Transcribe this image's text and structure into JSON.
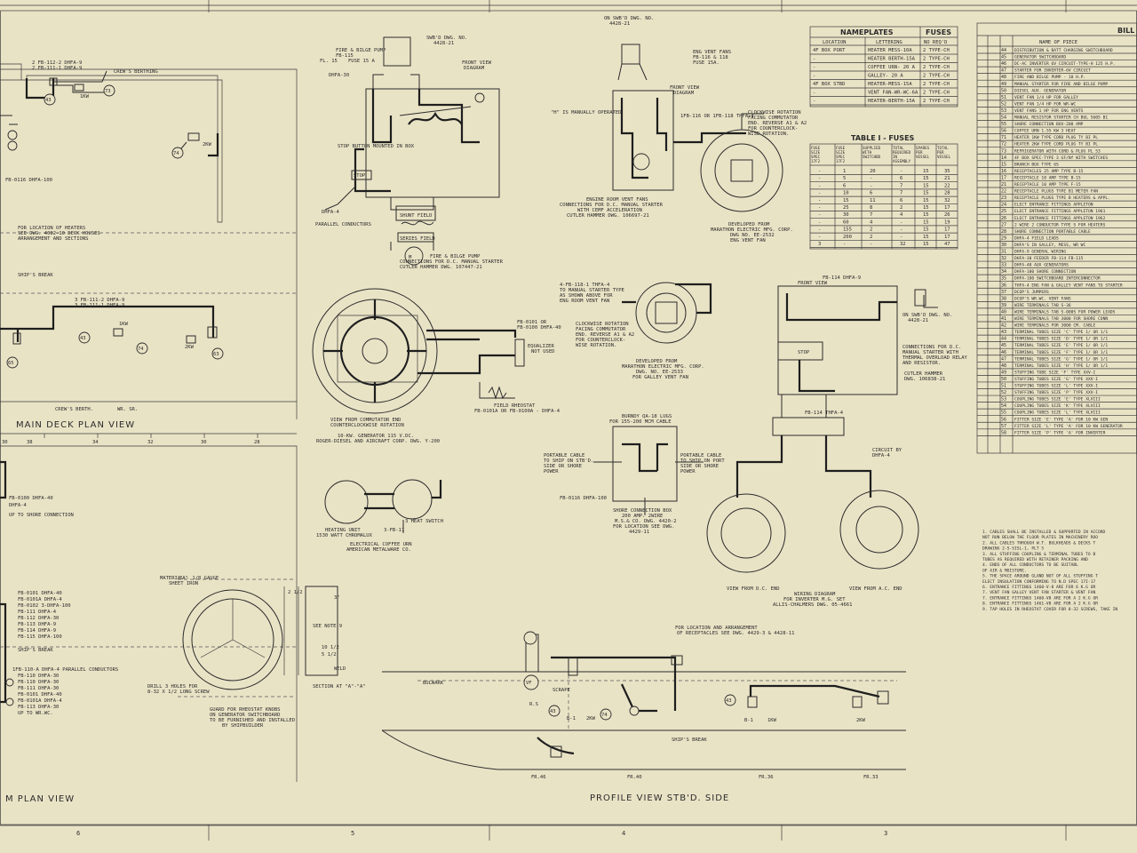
{
  "views": {
    "main_deck": "MAIN DECK PLAN VIEW",
    "bottom": "M PLAN VIEW",
    "profile": "PROFILE VIEW STB'D. SIDE"
  },
  "left": {
    "efb1": "2 FB-112-2 DHFA-9",
    "efb2": "2 FB-111-1 DHFA-9",
    "crews_berthing": "CREW'S BERTHING",
    "fb0116": "FB-0116 DHFA-100",
    "heaters_note": [
      "FOR LOCATION OF HEATERS",
      "SEE DWG. 4002-10 DECK HOUSES",
      "ARRANGEMENT AND SECTIONS"
    ],
    "ships_break": "SHIP'S BREAK",
    "sfb1": "3 FB-111-2 DHFA-9",
    "sfb2": "3 FB-111-1 DHFA-9",
    "crews_berth": "CREW'S BERTH.",
    "wr_sr": "WR. SR.",
    "fb0100": "FB-0100 DHFA-40",
    "dhfa4": "DHFA-4",
    "shore_conn": "UP TO SHORE CONNECTION",
    "fb_list": [
      "FB-0101 DHFA-40",
      "FB-0101A DHFA-4",
      "FB-0102 3-DHFA-100",
      "FB-111 DHFA-4",
      "FB-112 DHFA-30",
      "FB-113 DHFA-9",
      "FB-114 DHFA-9",
      "FB-115 DHFA-100"
    ],
    "ships_break2": "SHIP'S BREAK",
    "parallel": "1FB-110-A DHFA-4 PARALLEL CONDUCTORS",
    "fb_list2": [
      "FB-110 DHFA-30",
      "FB-110 DHFA-30",
      "FB-111 DHFA-30"
    ],
    "fb_list3": [
      "FB-0101 DHFA-40",
      "FB-0101A DHFA-4",
      "FB-113 DHFA-30"
    ],
    "wr_wc": "UP TO WR.WC."
  },
  "bilge": {
    "title": [
      "FIRE & BILGE PUMP",
      "FB-115"
    ],
    "fl": "FL. 15",
    "fuse": "FUSE 15 A",
    "swbd": "SWB'D DWG. NO.",
    "swbd_no": "4428-21",
    "front": "FRONT VIEW",
    "diagram": "DIAGRAM",
    "dhfa30": "DHFA-30",
    "stop_btn": "STOP BUTTON MOUNTED IN BOX",
    "stop": "STOP",
    "dhfa4": "DHFA-4",
    "parallel": "PARALLEL CONDUCTORS",
    "shunt": "SHUNT FIELD",
    "series": "SERIES FIELD",
    "caption": [
      "FIRE & BILGE PUMP",
      "CONNECTIONS FOR D.C. MANUAL STARTER",
      "CUTLER HAMMER DWG. 107447-21"
    ]
  },
  "vent": {
    "swbd": "ON SWB'D DWG. NO.",
    "swbd_no": "4428-21",
    "eng_fans": "ENG VENT FANS",
    "fb": "FB-116 & 118",
    "fuse": "FUSE 15A.",
    "front": "FRONT VIEW",
    "diagram": "DIAGRAM",
    "manual": "\"H\" IS MANUALLY OPERATED",
    "thfa": "1FB-116 OR 1FB-118 THFA-4",
    "clockwise": [
      "CLOCKWISE ROTATION",
      "FACING COMMUTATOR",
      "END. REVERSE A1 & A2",
      "FOR COUNTERCLOCK-",
      "WISE ROTATION."
    ],
    "caption": [
      "ENGINE ROOM VENT FANS",
      "CONNECTIONS FOR D.C. MANUAL STARTER",
      "WITH CEMF ACCELERATION",
      "CUTLER HAMMER DWG. 106697-21"
    ],
    "developed": [
      "DEVELOPED FROM",
      "MARATHON ELECTRIC MFG. CORP.",
      "DWG NO. EE-2532",
      "ENG VENT FAN"
    ]
  },
  "nameplates": {
    "title": "NAMEPLATES",
    "fuses_title": "FUSES",
    "headers": [
      "LOCATION",
      "LETTERING",
      "NO REQ'D"
    ],
    "rows": [
      [
        "4F BOX PORT",
        "HEATER MESS-10A",
        "2 TYPE-CH"
      ],
      [
        "-",
        "HEATER BERTH-15A",
        "2 TYPE-CH"
      ],
      [
        "-",
        "COFFEE URN- 20 A",
        "2 TYPE-CH"
      ],
      [
        "-",
        "GALLEY- 20 A",
        "2 TYPE-CH"
      ],
      [
        "4F BOX STBD",
        "HEATER-MESS-15A",
        "2 TYPE-CH"
      ],
      [
        "-",
        "VENT FAN-WR-WC-6A",
        "2 TYPE-CH"
      ],
      [
        "-",
        "HEATER-BERTH-15A",
        "2 TYPE-CH"
      ]
    ]
  },
  "table1": {
    "title": "TABLE I - FUSES",
    "headers": [
      "FUSE SIZE SPEC 17F2 CARTRIDGE TYPE-H",
      "FUSE SIZE SPEC 17F2 CARTRIDGE TYPE-CH",
      "SUPPLIED WITH SWITCHBD",
      "TOTAL REQUIRED IN ASSEMBLY",
      "SPARES PER VESSEL",
      "TOTAL PER VESSEL"
    ],
    "rows": [
      [
        "-",
        "1",
        "20",
        "-",
        "15",
        "35"
      ],
      [
        "-",
        "5",
        "-",
        "6",
        "15",
        "21"
      ],
      [
        "-",
        "6",
        "-",
        "7",
        "15",
        "22"
      ],
      [
        "-",
        "10",
        "6",
        "7",
        "15",
        "28"
      ],
      [
        "-",
        "15",
        "11",
        "6",
        "15",
        "32"
      ],
      [
        "-",
        "25",
        "8",
        "2",
        "15",
        "17"
      ],
      [
        "-",
        "30",
        "7",
        "4",
        "15",
        "26"
      ],
      [
        "-",
        "60",
        "4",
        "-",
        "15",
        "19"
      ],
      [
        "-",
        "155",
        "2",
        "-",
        "15",
        "17"
      ],
      [
        "-",
        "200",
        "2",
        "-",
        "15",
        "17"
      ],
      [
        "3",
        "-",
        "-",
        "32",
        "15",
        "47"
      ]
    ]
  },
  "bill": {
    "title": "BILL",
    "name_header": "NAME OF PIECE",
    "rows": [
      [
        "44",
        "DISTRIBUTION & BATT CHARGING SWITCHBOARD"
      ],
      [
        "45",
        "GENERATOR SWITCHBOARD"
      ],
      [
        "46",
        "DC-AC INVERTER 6V CIRCUIT-TYPE-H 125 H.P."
      ],
      [
        "47",
        "STARTER FOR INVERTER-6V CIRCUIT"
      ],
      [
        "48",
        "FIRE AND BILGE PUMP - 10 H.P."
      ],
      [
        "49",
        "MANUAL STARTER FOR FIRE AND BILGE PUMP"
      ],
      [
        "50",
        "DIESEL AUX. GENERATOR"
      ],
      [
        "51",
        "VENT FAN 1/4 HP FOR GALLEY"
      ],
      [
        "52",
        "VENT FAN 1/4 HP FOR WR-WC"
      ],
      [
        "53",
        "VENT FANS 1 HP FOR ENG VENTS"
      ],
      [
        "54",
        "MANUAL RESISTOR STARTER CH BUL 5605 B1"
      ],
      [
        "55",
        "SHORE CONNECTION BOX-200 AMP"
      ],
      [
        "56",
        "COFFEE URN 1.55 KW 3 HEAT"
      ],
      [
        "71",
        "HEATER 1KW TYPE CORD PLUG TY BI PL"
      ],
      [
        "72",
        "HEATER 2KW TYPE CORD PLUG TY BI PL"
      ],
      [
        "73",
        "REFRIGERATOR WITH CORD & PLUG PL 53"
      ],
      [
        "14",
        "4F BOX SPEC-TYPE 3 GF/Nf WITH SWITCHES"
      ],
      [
        "15",
        "BRANCH BOX TYPE 6S"
      ],
      [
        "16",
        "RECEPTACLES 25 AMP TYPE B-15"
      ],
      [
        "17",
        "RECEPTACLE 10 AMP TYPE B-15"
      ],
      [
        "21",
        "RECEPTACLE 10 AMP TYPE F-15"
      ],
      [
        "22",
        "RECEPTACLE PLUGS TYPE B1 METER FAN"
      ],
      [
        "23",
        "RECEPTACLE PLUGS TYPE B HEATERS & APPL."
      ],
      [
        "24",
        "ELECT ENTRANCE FITTINGS APPLETON"
      ],
      [
        "25",
        "ELECT ENTRANCE FITTINGS APPLETON 1961"
      ],
      [
        "26",
        "ELECT ENTRANCE FITTINGS APPLETON 1962"
      ],
      [
        "27",
        "2 WIRE 2 CONDUCTOR TYPE S FOR HEATERS"
      ],
      [
        "28",
        "SHORE CONNECTION PORTABLE CABLE"
      ],
      [
        "29",
        "DHFA-4 FIELD LEADS"
      ],
      [
        "30",
        "DHFA'S IN GALLEY, MESS, WR WC"
      ],
      [
        "31",
        "DHFA-9 GENERAL WIRING"
      ],
      [
        "32",
        "DHFA-30 FEEDER FB-114 FB-115"
      ],
      [
        "33",
        "DHFA-40 AUX GENERATORS"
      ],
      [
        "34",
        "DHFA-100 SHORE CONNECTION"
      ],
      [
        "35",
        "DHFA-100 SWITCHBOARD INTERCONNECTOR"
      ],
      [
        "36",
        "THFA-4 ENG FAN & GALLEY VENT FANS TO STARTER"
      ],
      [
        "37",
        "DCOP'S JUMPERS"
      ],
      [
        "38",
        "DCOP'S WR.WC. VENT FANS"
      ],
      [
        "39",
        "WIRE TERMINALS TAB S-36"
      ],
      [
        "40",
        "WIRE TERMINALS TAB S-000S FOR POWER LEADS"
      ],
      [
        "41",
        "WIRE TERMINALS TAB 3000 FOR SHORE CONN"
      ],
      [
        "42",
        "WIRE TERMINALS FOR 3000 CM. CABLE"
      ],
      [
        "43",
        "TERMINAL TUBES SIZE 'C' TYPE 1/ OR 1/1"
      ],
      [
        "44",
        "TERMINAL TUBES SIZE 'D' TYPE 1/ OR 1/1"
      ],
      [
        "45",
        "TERMINAL TUBES SIZE 'E' TYPE 1/ OR 1/1"
      ],
      [
        "46",
        "TERMINAL TUBES SIZE 'F' TYPE 1/ OR 1/1"
      ],
      [
        "47",
        "TERMINAL TUBES SIZE 'G' TYPE 1/ OR 1/1"
      ],
      [
        "48",
        "TERMINAL TUBES SIZE 'H' TYPE 1/ OR 1/1"
      ],
      [
        "49",
        "STUFFING TUBE SIZE 'F' TYPE XXV-I"
      ],
      [
        "50",
        "STUFFING TUBES SIZE 'G' TYPE XXV-I"
      ],
      [
        "51",
        "STUFFING TUBES SIZE 'L' TYPE XXV-I"
      ],
      [
        "52",
        "STUFFING TUBES SIZE 'P' TYPE XXV-I"
      ],
      [
        "53",
        "COUPLING TUBES SIZE 'E' TYPE XLVIII"
      ],
      [
        "54",
        "COUPLING TUBES SIZE 'K' TYPE XLVIII"
      ],
      [
        "55",
        "COUPLING TUBES SIZE 'L' TYPE XLVIII"
      ],
      [
        "56",
        "FITTER SIZE 'E' TYPE 'A' FOR 10 KW GEN"
      ],
      [
        "57",
        "FITTER SIZE 'L' TYPE 'A' FOR 10 KW GENERATOR"
      ],
      [
        "58",
        "FITTER SIZE 'P' TYPE 'A' FOR INVERTER"
      ]
    ]
  },
  "notes": [
    "1. CABLES SHALL BE INSTALLED & SUPPORTED IN ACCORD",
    "   NOT RUN BELOW THE FLOOR PLATES IN MACHINERY ROO",
    "2. ALL CABLES THROUGH W.T. BULKHEADS & DECKS T",
    "   DRAWING 2-S-SISL-1, PLT 5",
    "3. ALL STUFFING COUPLING & TERMINAL TUBES TO B",
    "   TUBES AS REQUIRED WITH RETAINER PACKING AND",
    "4. ENDS OF ALL CONDUCTORS TO BE SUITABL",
    "   OF AIR & MOISTURE.",
    "5. THE SPACE AROUND GLAND NUT OF ALL STUFFING T",
    "   ELECT INSULATION CONFORMING TO N.D SPEC 17I-17",
    "6. ENTRANCE FITTINGS 1460-V-8 ARE FOR 6 K.G OR",
    "7. VENT FAN GALLEY VENT FAN STARTER & VENT FAN",
    "7. ENTRANCE FITTINGS 1460-V8 ARE FOR A 2 K.G OR",
    "8. ENTRANCE FITTINGS 1461-V8 ARE FOR A 2 K.G OR",
    "9. TAP HOLES IN RHEOSTAT COVER FOR 8-32 SCREWS, TAKE IN"
  ],
  "generator": {
    "fb0101": "FB-0101 OR",
    "fb0101b": "FB-0100 DHFA-40",
    "equalizer": "EQUALIZER",
    "not_used": "NOT USED",
    "field_rheostat": "FIELD RHEOSTAT",
    "fb_rheo": "FB-0101A OR FB-0100A - DHFA-4",
    "caption": [
      "VIEW FROM COMMUTATOR END",
      "COUNTERCLOCKWISE ROTATION"
    ],
    "caption2": [
      "10-KW. GENERATOR 115 V.DC.",
      "ROGER-DIESEL AND AIRCRAFT CORP. DWG. Y-200"
    ]
  },
  "galley_fan": {
    "label": [
      "4-FB-118-1 THFA-4",
      "TO MANUAL STARTER TYPE",
      "AS SHOWN ABOVE FOR",
      "ENG ROOM VENT FAN"
    ],
    "clockwise": [
      "CLOCKWISE ROTATION",
      "FACING COMMUTATOR",
      "END. REVERSE A1 & A2",
      "FOR COUNTERCLOCK-",
      "WISE ROTATION."
    ],
    "developed": [
      "DEVELOPED FROM",
      "MARATHON ELECTRIC MFG. CORP.",
      "DWG. NO. EE-2533",
      "FOR GALLEY VENT FAN"
    ]
  },
  "inverter": {
    "fb": "FB-114 DHFA-9",
    "front": "FRONT VIEW",
    "swbd": "ON SWB'D DWG. NO.",
    "swbd_no": "4428-21",
    "conn": [
      "CONNECTIONS FOR D.C.",
      "MANUAL STARTER WITH",
      "THERMAL OVERLOAD RELAY",
      "AND RESISTOR."
    ],
    "cutler": [
      "CUTLER HAMMER",
      "DWG. 106838-21"
    ],
    "stop": "STOP",
    "thfa": "FB-114 THFA-4",
    "circuit": [
      "CIRCUIT BY",
      "DHFA-4"
    ],
    "dc_end": "VIEW FROM D.C. END",
    "ac_end": "VIEW FROM A.C. END",
    "wiring": [
      "WIRING DIAGRAM",
      "FOR INVERTER M.G. SET",
      "ALLIS-CHALMERS DWG. 05-4661"
    ]
  },
  "shore": {
    "lugs": [
      "BURNDY QA-18 LUGS",
      "FOR 155-200 MCM CABLE"
    ],
    "port_cable": [
      "PORTABLE CABLE",
      "TO SHIP ON STB'D.",
      "SIDE OR SHORE",
      "POWER"
    ],
    "port_cable2": [
      "PORTABLE CABLE",
      "TO SHIP ON PORT",
      "SIDE OR SHORE",
      "POWER"
    ],
    "fb0116": "FB-0116 DHFA-100",
    "box": [
      "SHORE CONNECTION BOX",
      "200 AMP. 2WIRE",
      "M.S.& CO. DWG. 4420-2",
      "FOR LOCATION SEE DWG.",
      "4429-11"
    ]
  },
  "coffee": {
    "heating": [
      "HEATING UNIT",
      "1530 WATT CHROMALUX"
    ],
    "fb": "3-FB-11",
    "switch": "3 HEAT SWITCH",
    "caption": [
      "ELECTRICAL COFFEE URN",
      "AMERICAN METALWARE CO."
    ]
  },
  "guard": {
    "material": [
      "MATERIAL - 1/8 GAUGE",
      "SHEET IRON"
    ],
    "section": "SECTION AT \"A\"-\"A\"",
    "see_note": "SEE NOTE 9",
    "weld": "WELD",
    "drill": [
      "DRILL 3 HOLES FOR",
      "8-32 X 1/2 LONG SCREW"
    ],
    "caption": [
      "GUARD FOR RHEOSTAT KNOBS",
      "ON GENERATOR SWITCHBOARD"
    ],
    "caption2": [
      "TO BE FURNISHED AND INSTALLED",
      "BY SHIPBUILDER"
    ],
    "dims": [
      "10 1/2",
      "5 1/2",
      "2 1/2",
      "3\""
    ],
    "a_mark": "\"A\""
  },
  "profile": {
    "note": [
      "FOR LOCATION AND ARRANGEMENT",
      "OF RECEPTACLES SEE DWG. 4429-3 & 4428-11"
    ],
    "bulwark": "BULWARK",
    "ships_break": "SHIP'S BREAK",
    "frames": [
      "FR.46",
      "FR.40",
      "FR.36",
      "FR.33"
    ],
    "labels": [
      "1KW",
      "2KW",
      "1KW",
      "2KW",
      "VF",
      "R.S",
      "SCRAPE",
      "B-1",
      "B-1"
    ]
  },
  "zones": [
    "6",
    "5",
    "4",
    "3"
  ],
  "ruler": [
    "30",
    "38",
    "34",
    "32",
    "30",
    "28"
  ],
  "bulb_numbers": [
    "43",
    "73",
    "74",
    "43",
    "74",
    "63",
    "65",
    "43",
    "74",
    "43"
  ]
}
